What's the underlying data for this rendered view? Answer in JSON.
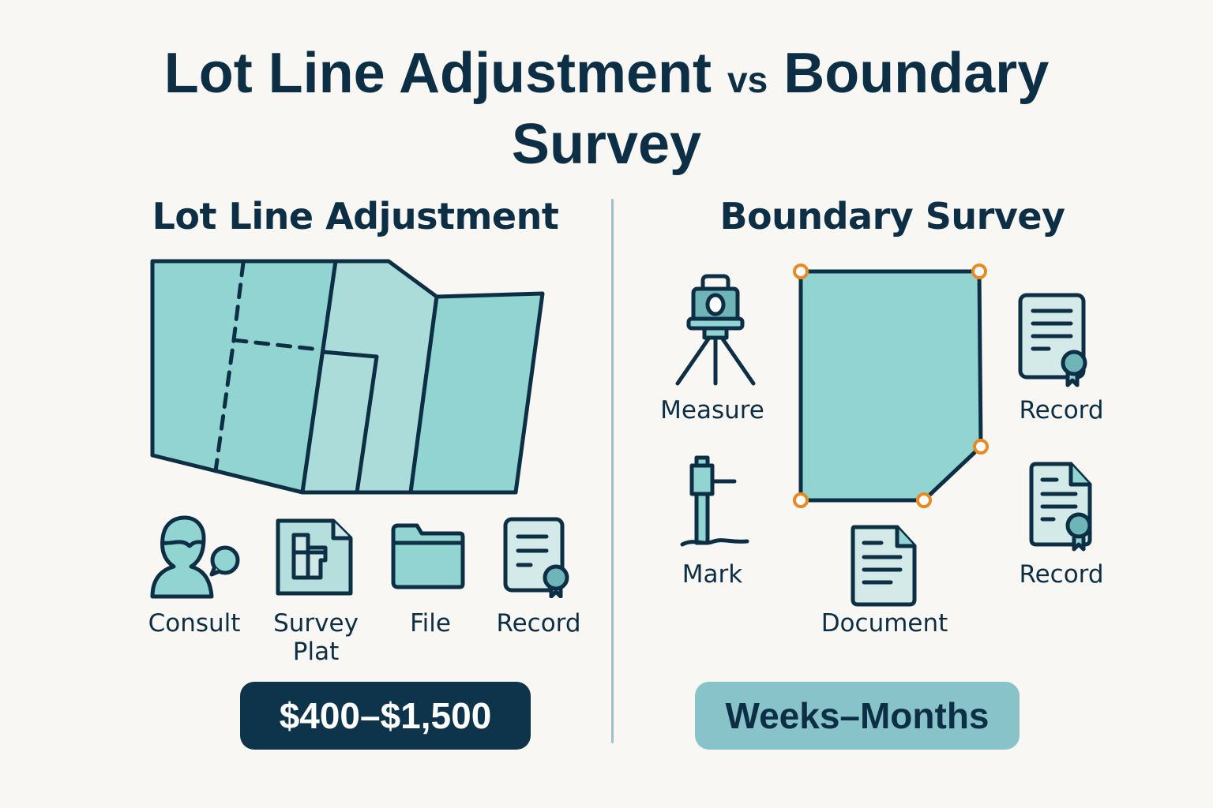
{
  "title": {
    "part1": "Lot Line Adjustment",
    "vs": "vs",
    "part2": "Boundary",
    "line2": "Survey"
  },
  "colors": {
    "background": "#f8f7f3",
    "navy": "#0d2f45",
    "teal_fill": "#92d4d2",
    "teal_light": "#acdcda",
    "teal_badge": "#87c3c8",
    "orange_vertex": "#e88a24",
    "divider": "#9fc0c6"
  },
  "left": {
    "heading": "Lot Line Adjustment",
    "diagram": "lot-parcels-map",
    "steps": [
      {
        "label": "Consult",
        "icon": "person-speech-icon"
      },
      {
        "label_line1": "Survey",
        "label_line2": "Plat",
        "icon": "survey-plat-icon"
      },
      {
        "label": "File",
        "icon": "folder-icon"
      },
      {
        "label": "Record",
        "icon": "certificate-icon"
      }
    ],
    "badge": "$400–$1,500"
  },
  "right": {
    "heading": "Boundary Survey",
    "diagram": "boundary-polygon-with-vertices",
    "steps": [
      {
        "label": "Measure",
        "icon": "theodolite-tripod-icon"
      },
      {
        "label": "Mark",
        "icon": "survey-marker-icon"
      },
      {
        "label": "Document",
        "icon": "document-icon"
      },
      {
        "label": "Record",
        "icon": "certificate-icon"
      },
      {
        "label": "Record",
        "icon": "certificate-document-icon"
      }
    ],
    "badge": "Weeks–Months"
  }
}
